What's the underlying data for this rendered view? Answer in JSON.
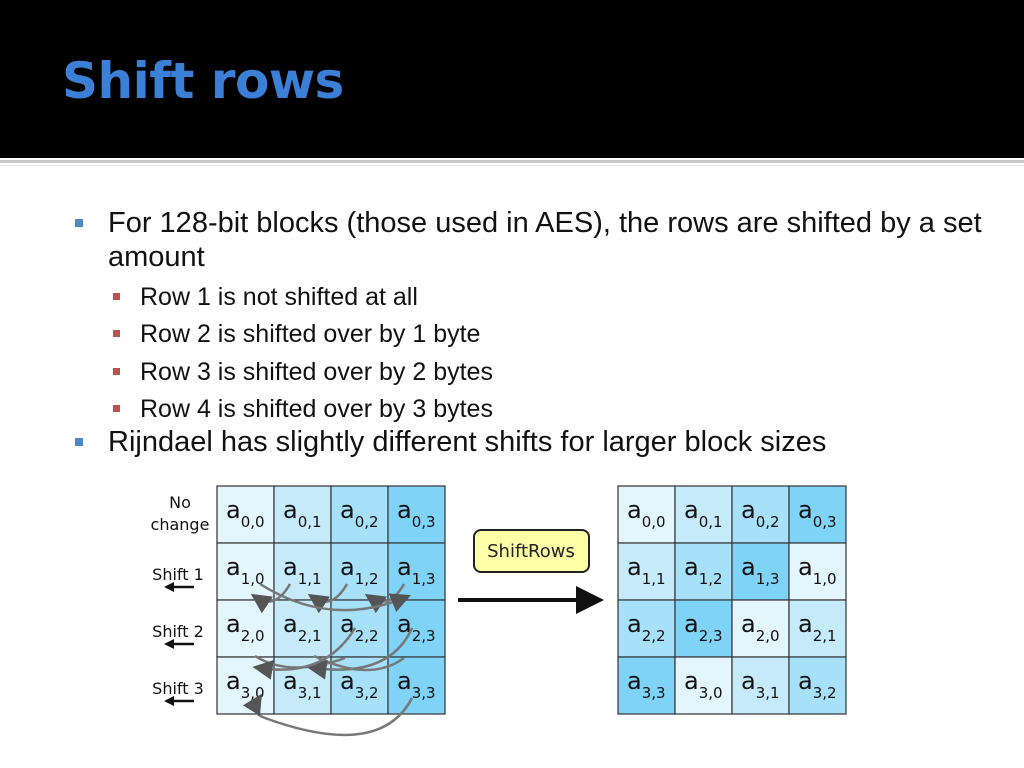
{
  "slide": {
    "title": "Shift rows",
    "bullets": [
      {
        "text": "For 128-bit blocks (those used in AES), the rows are shifted by a set amount",
        "sub": [
          "Row 1 is not shifted at all",
          "Row 2 is shifted over by 1 byte",
          "Row 3 is shifted over by 2 bytes",
          "Row 4 is shifted over by 3 bytes"
        ]
      },
      {
        "text": "Rijndael has slightly different shifts for larger block sizes"
      }
    ]
  },
  "diagram": {
    "row_labels": [
      "No",
      "change",
      "Shift 1",
      "Shift 2",
      "Shift 3"
    ],
    "operation_label": "ShiftRows",
    "cell_symbol": "a",
    "colors": [
      "#e3f5fd",
      "#c5ebfb",
      "#a6e1f9",
      "#7fd3f6"
    ],
    "input": [
      [
        "0,0",
        "0,1",
        "0,2",
        "0,3"
      ],
      [
        "1,0",
        "1,1",
        "1,2",
        "1,3"
      ],
      [
        "2,0",
        "2,1",
        "2,2",
        "2,3"
      ],
      [
        "3,0",
        "3,1",
        "3,2",
        "3,3"
      ]
    ],
    "output": [
      [
        "0,0",
        "0,1",
        "0,2",
        "0,3"
      ],
      [
        "1,1",
        "1,2",
        "1,3",
        "1,0"
      ],
      [
        "2,2",
        "2,3",
        "2,0",
        "2,1"
      ],
      [
        "3,3",
        "3,0",
        "3,1",
        "3,2"
      ]
    ]
  }
}
